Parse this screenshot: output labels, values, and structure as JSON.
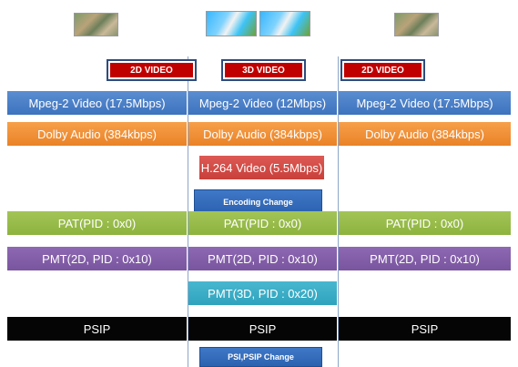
{
  "video_labels": [
    "2D VIDEO",
    "3D VIDEO",
    "2D VIDEO"
  ],
  "left_col": {
    "mpeg2": "Mpeg-2 Video (17.5Mbps)",
    "dolby": "Dolby Audio (384kbps)",
    "pat": "PAT(PID : 0x0)",
    "pmt": "PMT(2D, PID : 0x10)",
    "psip": "PSIP"
  },
  "mid_col": {
    "mpeg2": "Mpeg-2 Video (12Mbps)",
    "dolby": "Dolby Audio (384kbps)",
    "h264": "H.264 Video (5.5Mbps)",
    "encoding_change": "Encoding Change",
    "pat": "PAT(PID : 0x0)",
    "pmt2d": "PMT(2D, PID : 0x10)",
    "pmt3d": "PMT(3D, PID : 0x20)",
    "psip": "PSIP",
    "psi_change": "PSI,PSIP Change"
  },
  "right_col": {
    "mpeg2": "Mpeg-2 Video (17.5Mbps)",
    "dolby": "Dolby Audio (384kbps)",
    "pat": "PAT(PID : 0x0)",
    "pmt": "PMT(2D, PID : 0x10)",
    "psip": "PSIP"
  },
  "colors": {
    "video_tag": "#c00000",
    "mpeg2": "#3d72bf",
    "dolby": "#ea8227",
    "h264": "#c9403b",
    "pat": "#8db33e",
    "pmt": "#7a559f",
    "pmt3d": "#2fa3bd",
    "psip": "#050505",
    "change_box": "#2c62b0"
  }
}
